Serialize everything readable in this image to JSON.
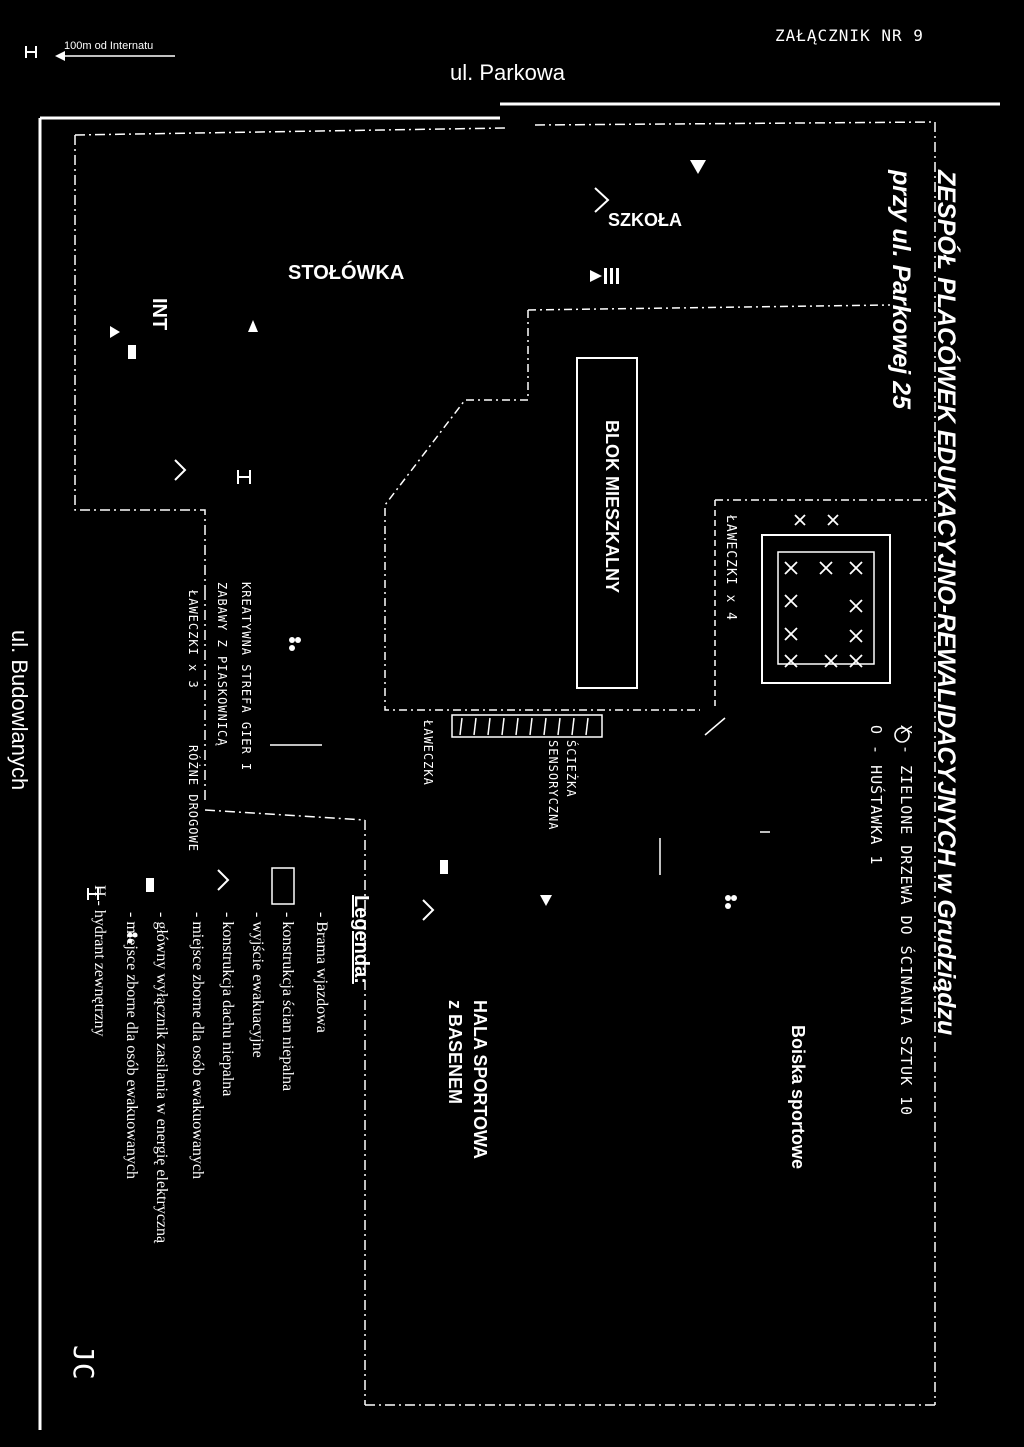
{
  "header": {
    "distance_note": "100m od Internatu",
    "attachment_label": "ZAŁĄCZNIK NR 9",
    "hydrant_symbol": "H"
  },
  "streets": {
    "top": "ul. Parkowa",
    "left": "ul. Budowlanych"
  },
  "title": {
    "line1": "ZESPÓŁ PLACÓWEK EDUKACYJNO-REWALIDACYJNYCH w Grudziądzu",
    "line2": "przy ul. Parkowej 25"
  },
  "handwritten_notes": {
    "trees_legend": "X - ZIELONE DRZEWA DO ŚCINANIA SZTUK 10",
    "pole_legend": "O - HUŚTAWKA 1",
    "benches": "ŁAWECZKI x 4",
    "smoker_zone": "KREATYWNA STREFA GIER I ZABAWY Z PIASKOWNICĄ",
    "other_benches": "ŁAWECZKI x 3",
    "other_path": "RÓŻNE DROGOWE",
    "sensory_path": "ŚCIEŻKA SENSORYCZNA",
    "bench_single": "ŁAWECZKA",
    "signature": "JC"
  },
  "buildings": {
    "canteen": "STOŁÓWKA",
    "school": "SZKOŁA",
    "dormitory_block": "BLOK MIESZKALNY",
    "internat": "INT",
    "sport_hall_line1": "HALA SPORTOWA",
    "sport_hall_line2": "z BASENEM",
    "sport_fields": "Boiska sportowe"
  },
  "legend": {
    "heading": "Legenda:",
    "items": [
      {
        "icon": "gate-icon",
        "text": "- Brama wjazdowa"
      },
      {
        "icon": "wall-box-icon",
        "text": "- konstrukcja ścian niepalna"
      },
      {
        "icon": "exit-arrow-icon",
        "text": "- wyjście ewakuacyjne"
      },
      {
        "icon": "roof-icon",
        "text": "- konstrukcja dachu niepalna"
      },
      {
        "icon": "chevron-icon",
        "text": "- miejsce zborne dla osób ewakuowanych"
      },
      {
        "icon": "power-switch-icon",
        "text": "- główny wyłącznik zasilania w energię elektryczną"
      },
      {
        "icon": "people-icon",
        "text": "- miejsce zborne dla osób ewakuowanych"
      },
      {
        "icon": "hydrant-icon",
        "text": "H - hydrant zewnętrzny"
      }
    ]
  },
  "colors": {
    "background": "#000000",
    "ink": "#ffffff"
  }
}
